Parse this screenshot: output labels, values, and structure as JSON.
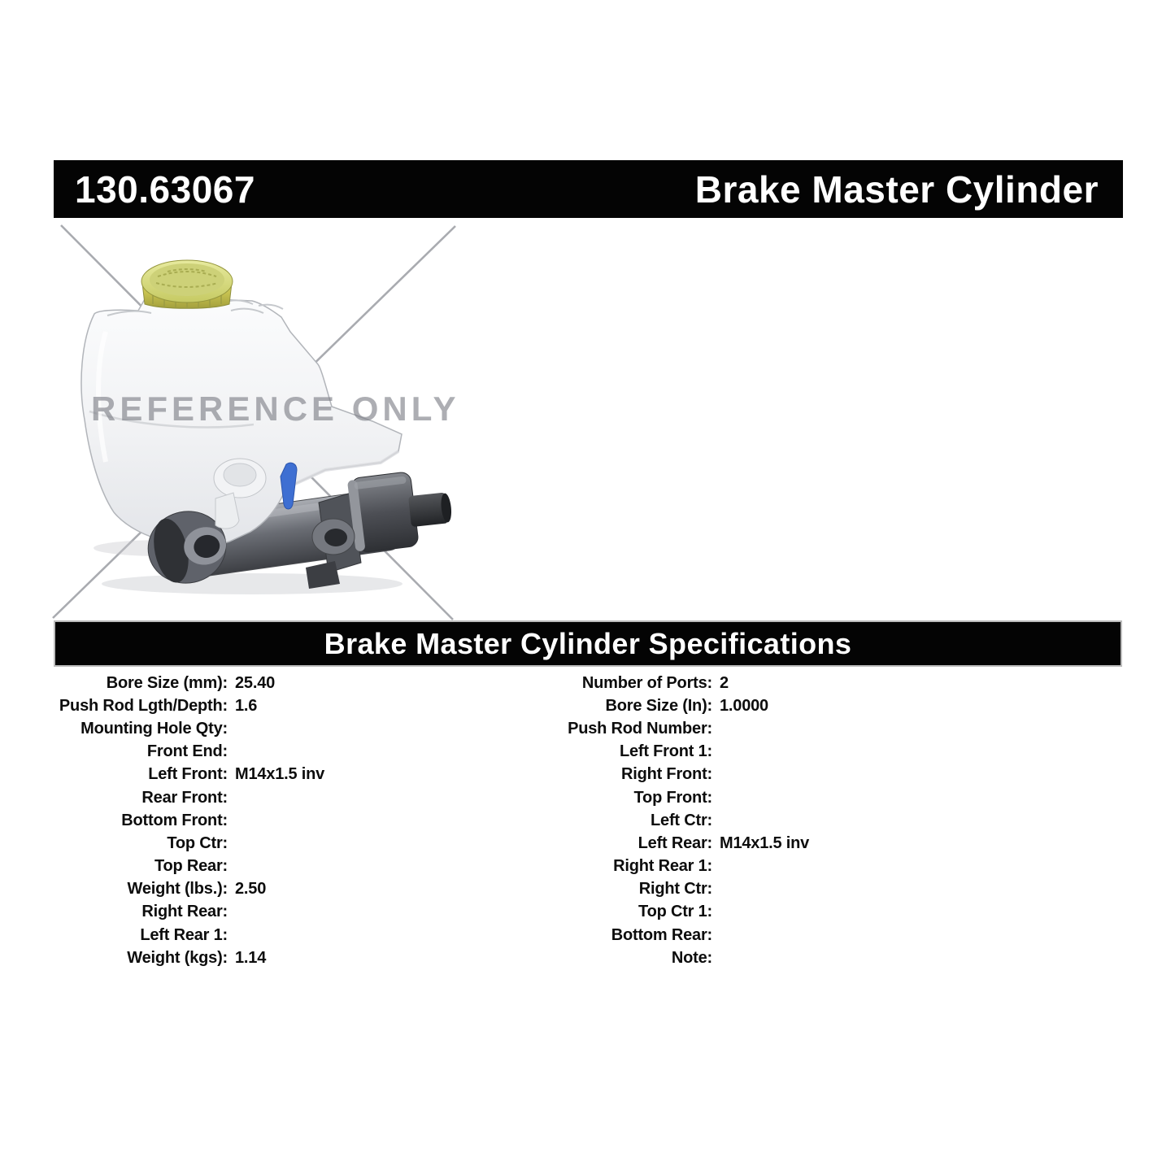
{
  "header": {
    "part_number": "130.63067",
    "title": "Brake Master Cylinder"
  },
  "image": {
    "watermark": "REFERENCE ONLY"
  },
  "specs": {
    "title": "Brake Master Cylinder Specifications",
    "left": [
      {
        "label": "Bore Size (mm):",
        "value": "25.40"
      },
      {
        "label": "Push Rod Lgth/Depth:",
        "value": "1.6"
      },
      {
        "label": "Mounting Hole Qty:",
        "value": ""
      },
      {
        "label": "Front End:",
        "value": ""
      },
      {
        "label": "Left Front:",
        "value": "M14x1.5 inv"
      },
      {
        "label": "Rear Front:",
        "value": ""
      },
      {
        "label": "Bottom Front:",
        "value": ""
      },
      {
        "label": "Top Ctr:",
        "value": ""
      },
      {
        "label": "Top Rear:",
        "value": ""
      },
      {
        "label": "Weight (lbs.):",
        "value": "2.50"
      },
      {
        "label": "Right Rear:",
        "value": ""
      },
      {
        "label": "Left Rear 1:",
        "value": ""
      },
      {
        "label": "Weight (kgs):",
        "value": "1.14"
      }
    ],
    "right": [
      {
        "label": "Number of Ports:",
        "value": "2"
      },
      {
        "label": "Bore Size (In):",
        "value": "1.0000"
      },
      {
        "label": "Push Rod Number:",
        "value": ""
      },
      {
        "label": "Left Front 1:",
        "value": ""
      },
      {
        "label": "Right Front:",
        "value": ""
      },
      {
        "label": "Top Front:",
        "value": ""
      },
      {
        "label": "Left Ctr:",
        "value": ""
      },
      {
        "label": "Left Rear:",
        "value": "M14x1.5 inv"
      },
      {
        "label": "Right Rear 1:",
        "value": ""
      },
      {
        "label": "Right Ctr:",
        "value": ""
      },
      {
        "label": "Top Ctr 1:",
        "value": ""
      },
      {
        "label": "Bottom Rear:",
        "value": ""
      },
      {
        "label": "Note:",
        "value": ""
      }
    ]
  },
  "colors": {
    "bar_background": "#040404",
    "bar_text": "#ffffff",
    "watermark_gray": "#7a7c85",
    "cross_line_gray": "#a9abb0",
    "cap_yellow": "#cfd35e",
    "tab_blue": "#3e6fd2",
    "metal_gray": "#55585e"
  }
}
